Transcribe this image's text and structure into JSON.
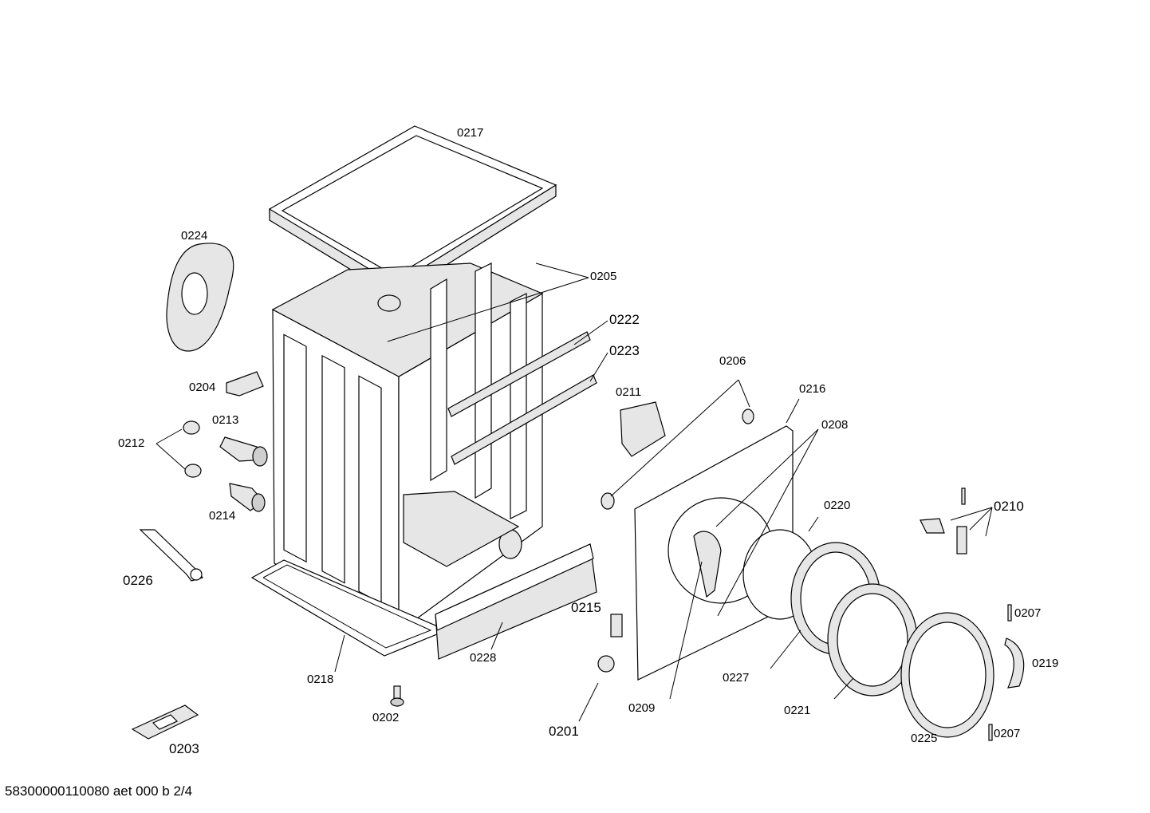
{
  "caption": "58300000110080 aet 000 b 2/4",
  "labels": {
    "p0201": "0201",
    "p0202": "0202",
    "p0203": "0203",
    "p0204": "0204",
    "p0205": "0205",
    "p0206": "0206",
    "p0207a": "0207",
    "p0207b": "0207",
    "p0208": "0208",
    "p0209": "0209",
    "p0210": "0210",
    "p0211": "0211",
    "p0212": "0212",
    "p0213": "0213",
    "p0214": "0214",
    "p0215": "0215",
    "p0216": "0216",
    "p0217": "0217",
    "p0218": "0218",
    "p0219": "0219",
    "p0220": "0220",
    "p0221": "0221",
    "p0222": "0222",
    "p0223": "0223",
    "p0224": "0224",
    "p0225": "0225",
    "p0226": "0226",
    "p0227": "0227",
    "p0228": "0228"
  }
}
